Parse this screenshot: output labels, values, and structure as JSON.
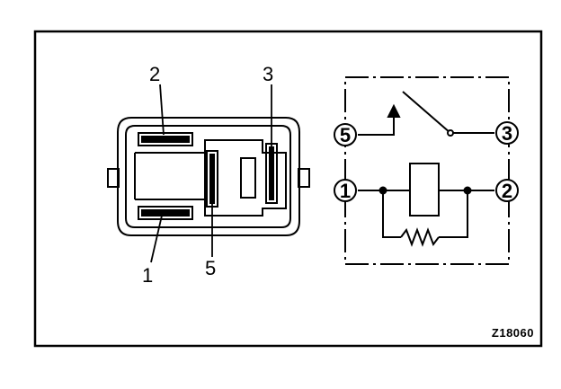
{
  "connector": {
    "terminal_labels": {
      "t1": "1",
      "t2": "2",
      "t3": "3",
      "t5": "5"
    }
  },
  "schematic": {
    "pins": {
      "p1": "1",
      "p2": "2",
      "p3": "3",
      "p5": "5"
    }
  },
  "figure_code": "Z18060"
}
